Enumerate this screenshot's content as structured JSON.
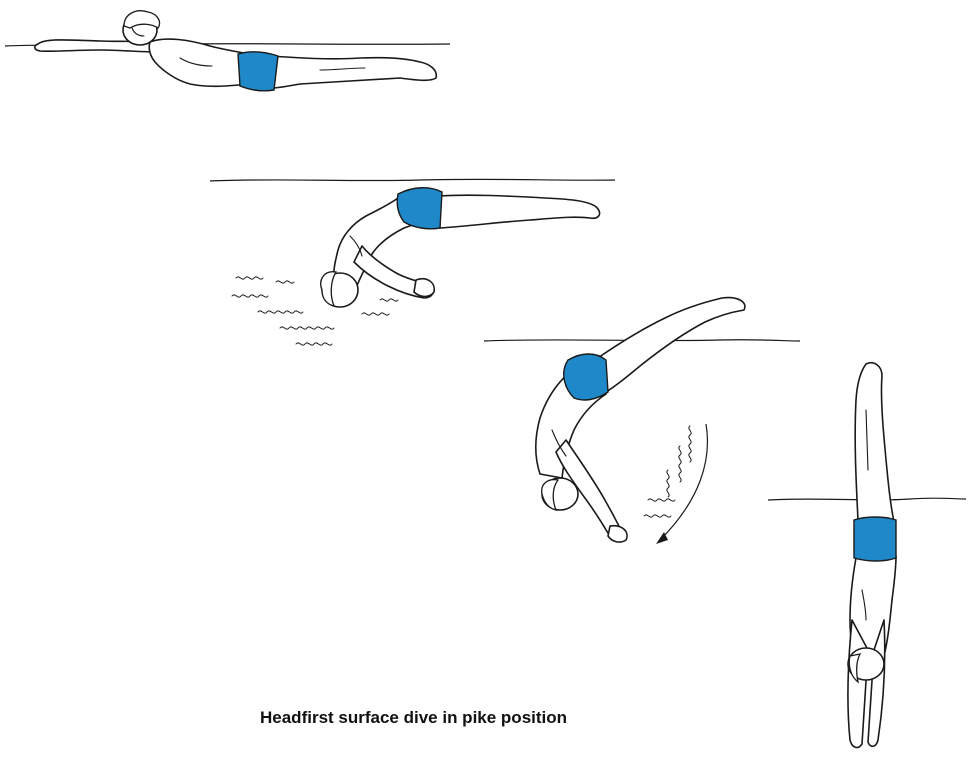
{
  "caption": "Headfirst surface dive in pike position",
  "colors": {
    "swimsuit": "#1e88c8",
    "line": "#1a1a1a",
    "background": "#ffffff"
  },
  "stages": [
    "swimmer-floating-prone",
    "swimmer-bending-at-hips",
    "swimmer-legs-lifting",
    "swimmer-vertical-descent"
  ]
}
